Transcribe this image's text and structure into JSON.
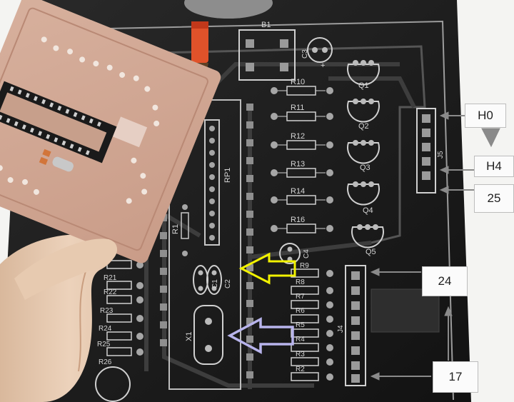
{
  "pcb": {
    "silk_labels": {
      "b1": "B1",
      "c3": "C3",
      "c4": "C4",
      "c1": "C1",
      "c2": "C2",
      "x1": "X1",
      "rp1": "RP1",
      "r1": "R1",
      "j4": "J4",
      "j5": "J5",
      "q1": "Q1",
      "q2": "Q2",
      "q3": "Q3",
      "q4": "Q4",
      "q5": "Q5",
      "r10": "R10",
      "r11": "R11",
      "r12": "R12",
      "r13": "R13",
      "r14": "R14",
      "r16": "R16",
      "r9": "R9",
      "r8": "R8",
      "r7": "R7",
      "r6": "R6",
      "r5": "R5",
      "r4": "R4",
      "r3": "R3",
      "r2": "R2",
      "r21": "R21",
      "r22": "R22",
      "r23": "R23",
      "r24": "R24",
      "r25": "R25",
      "r26": "R26"
    }
  },
  "callouts": {
    "h0": "H0",
    "h4": "H4",
    "c25": "25",
    "c24": "24",
    "c17": "17"
  },
  "arrows": {
    "yellow": "#f2f200",
    "lavender": "#b8b4ec",
    "gray": "#8a8a8a"
  }
}
